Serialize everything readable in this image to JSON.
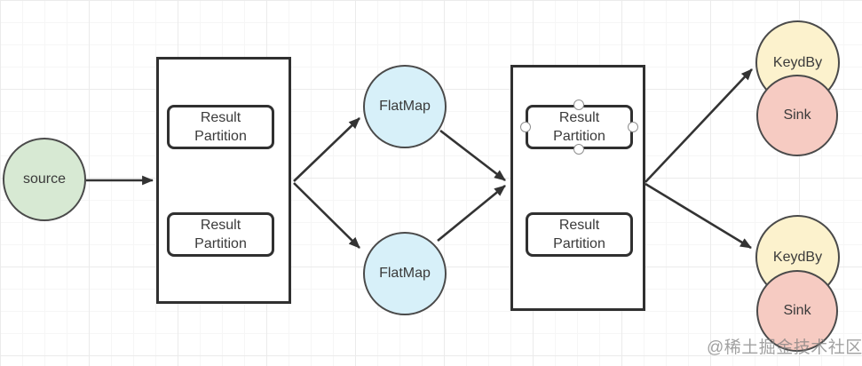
{
  "watermark": "@稀土掘金技术社区",
  "colors": {
    "source_fill": "#d7e9d3",
    "flatmap_fill": "#d7f0f9",
    "keydby_fill": "#fcf2cd",
    "sink_fill": "#f6cbc2",
    "shape_stroke": "#303030",
    "circle_stroke": "#4a4a4a",
    "edge_stroke": "#333333",
    "selection_handle_stroke": "#8f8f8f",
    "grid_line": "#ebebeb",
    "background": "#ffffff"
  },
  "nodes": {
    "source": {
      "label": "source"
    },
    "partition1": {
      "label": "Result\nPartition"
    },
    "partition2": {
      "label": "Result\nPartition"
    },
    "flatmap1": {
      "label": "FlatMap"
    },
    "flatmap2": {
      "label": "FlatMap"
    },
    "partition3": {
      "label": "Result\nPartition"
    },
    "partition4": {
      "label": "Result\nPartition"
    },
    "keydby1": {
      "label": "KeydBy"
    },
    "sink1": {
      "label": "Sink"
    },
    "keydby2": {
      "label": "KeydBy"
    },
    "sink2": {
      "label": "Sink"
    }
  },
  "edges": [
    {
      "from": "source",
      "to": "task-box-1"
    },
    {
      "from": "task-box-1",
      "to": "flatmap1"
    },
    {
      "from": "task-box-1",
      "to": "flatmap2"
    },
    {
      "from": "flatmap1",
      "to": "task-box-2"
    },
    {
      "from": "flatmap2",
      "to": "task-box-2"
    },
    {
      "from": "task-box-2",
      "to": "keydby1"
    },
    {
      "from": "task-box-2",
      "to": "keydby2"
    }
  ],
  "selection": {
    "selected_node": "partition3"
  }
}
